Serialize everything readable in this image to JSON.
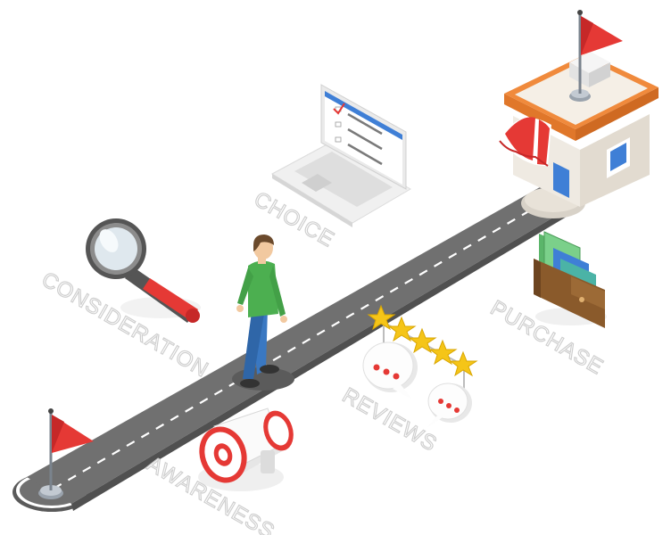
{
  "stages": {
    "awareness": "AWARENESS",
    "consideration": "CONSIDERATION",
    "choice": "CHOICE",
    "reviews": "REVIEWS",
    "purchase": "PURCHASE"
  },
  "colors": {
    "road": "#6e6e6e",
    "road_edge": "#4f4f4f",
    "flag": "#e53935",
    "shop_wall": "#efeae2",
    "shop_roof": "#f08a3c",
    "awning_red": "#e53935",
    "shirt": "#4caf50",
    "jeans": "#3a78c2",
    "star": "#f5c518",
    "wallet": "#8a5a2b",
    "money": "#5bb56a",
    "label_outline": "#cfcfcf"
  },
  "icons": [
    "start-flag-icon",
    "end-flag-icon",
    "megaphone-icon",
    "magnifier-icon",
    "laptop-icon",
    "checklist-icon",
    "stars-icon",
    "chat-bubble-icon",
    "shop-icon",
    "wallet-icon",
    "person-icon"
  ]
}
